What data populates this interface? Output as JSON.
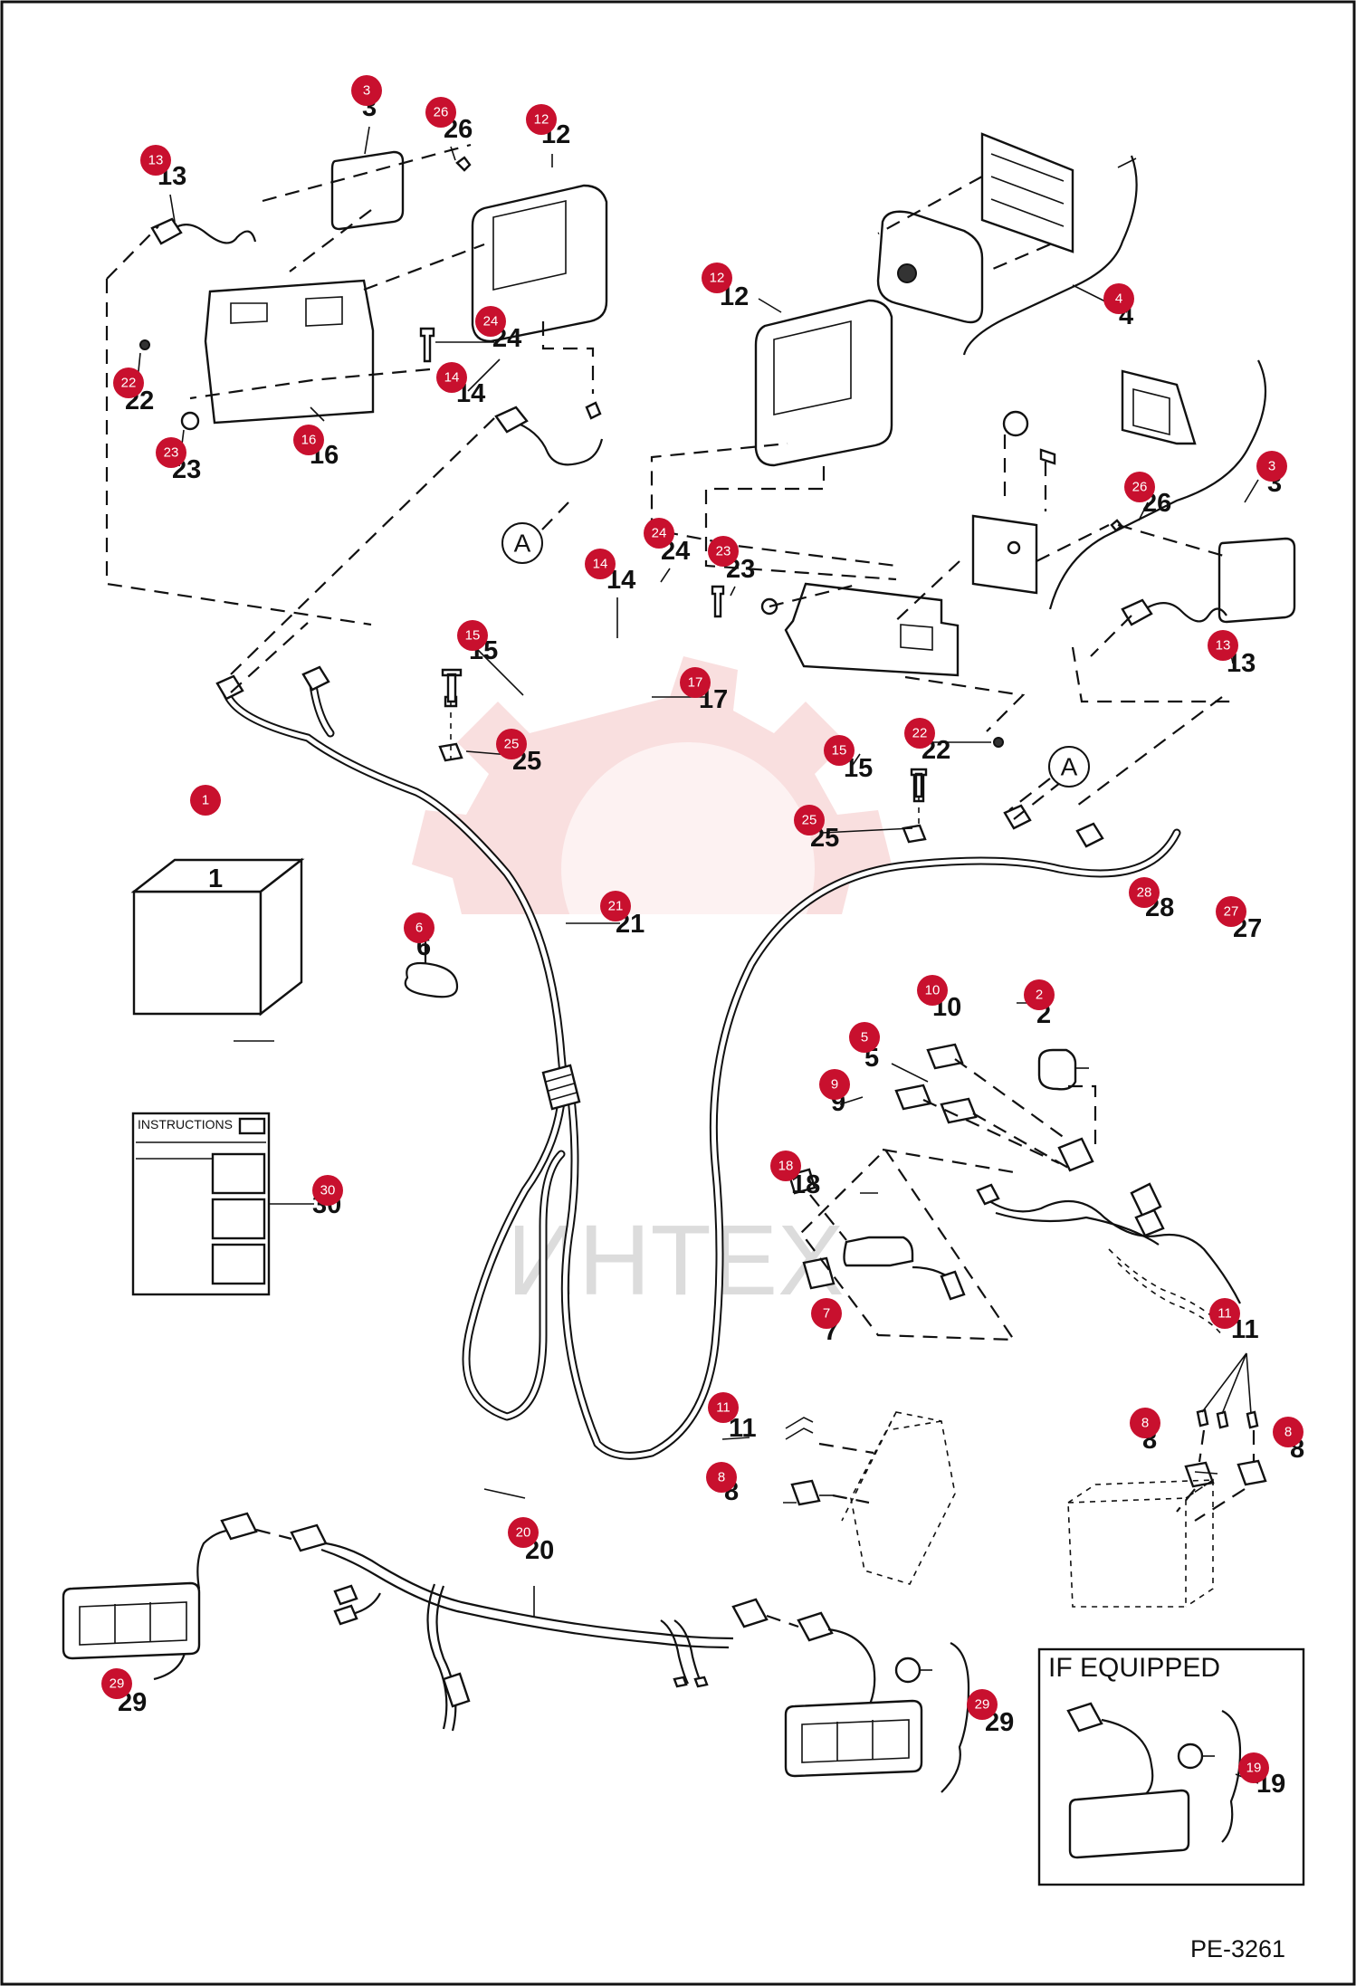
{
  "callouts": [
    {
      "label": "1"
    },
    {
      "label": "2"
    },
    {
      "label": "3"
    },
    {
      "label": "3"
    },
    {
      "label": "4"
    },
    {
      "label": "5"
    },
    {
      "label": "6"
    },
    {
      "label": "7"
    },
    {
      "label": "8"
    },
    {
      "label": "8"
    },
    {
      "label": "8"
    },
    {
      "label": "9"
    },
    {
      "label": "10"
    },
    {
      "label": "11"
    },
    {
      "label": "11"
    },
    {
      "label": "12"
    },
    {
      "label": "12"
    },
    {
      "label": "13"
    },
    {
      "label": "13"
    },
    {
      "label": "14"
    },
    {
      "label": "14"
    },
    {
      "label": "15"
    },
    {
      "label": "15"
    },
    {
      "label": "16"
    },
    {
      "label": "17"
    },
    {
      "label": "18"
    },
    {
      "label": "19"
    },
    {
      "label": "20"
    },
    {
      "label": "21"
    },
    {
      "label": "22"
    },
    {
      "label": "22"
    },
    {
      "label": "23"
    },
    {
      "label": "23"
    },
    {
      "label": "24"
    },
    {
      "label": "24"
    },
    {
      "label": "25"
    },
    {
      "label": "25"
    },
    {
      "label": "26"
    },
    {
      "label": "26"
    },
    {
      "label": "27"
    },
    {
      "label": "28"
    },
    {
      "label": "29"
    },
    {
      "label": "29"
    },
    {
      "label": "30"
    }
  ],
  "labels": [
    "1",
    "2",
    "3",
    "3",
    "4",
    "5",
    "6",
    "7",
    "8",
    "8",
    "8",
    "9",
    "10",
    "11",
    "11",
    "12",
    "12",
    "13",
    "13",
    "14",
    "14",
    "15",
    "15",
    "16",
    "17",
    "18",
    "19",
    "20",
    "21",
    "22",
    "22",
    "23",
    "23",
    "24",
    "24",
    "25",
    "25",
    "26",
    "26",
    "27",
    "28",
    "29",
    "29",
    "30"
  ],
  "connector_letter": "A",
  "instructions_sheet_title": "INSTRUCTIONS",
  "optional_box_title": "IF EQUIPPED",
  "figure_reference": "PE-3261",
  "watermark_text": "ИНТЕХ",
  "colors": {
    "callout": "#c8102e",
    "watermark": "#f4c4c4",
    "line": "#111111"
  }
}
